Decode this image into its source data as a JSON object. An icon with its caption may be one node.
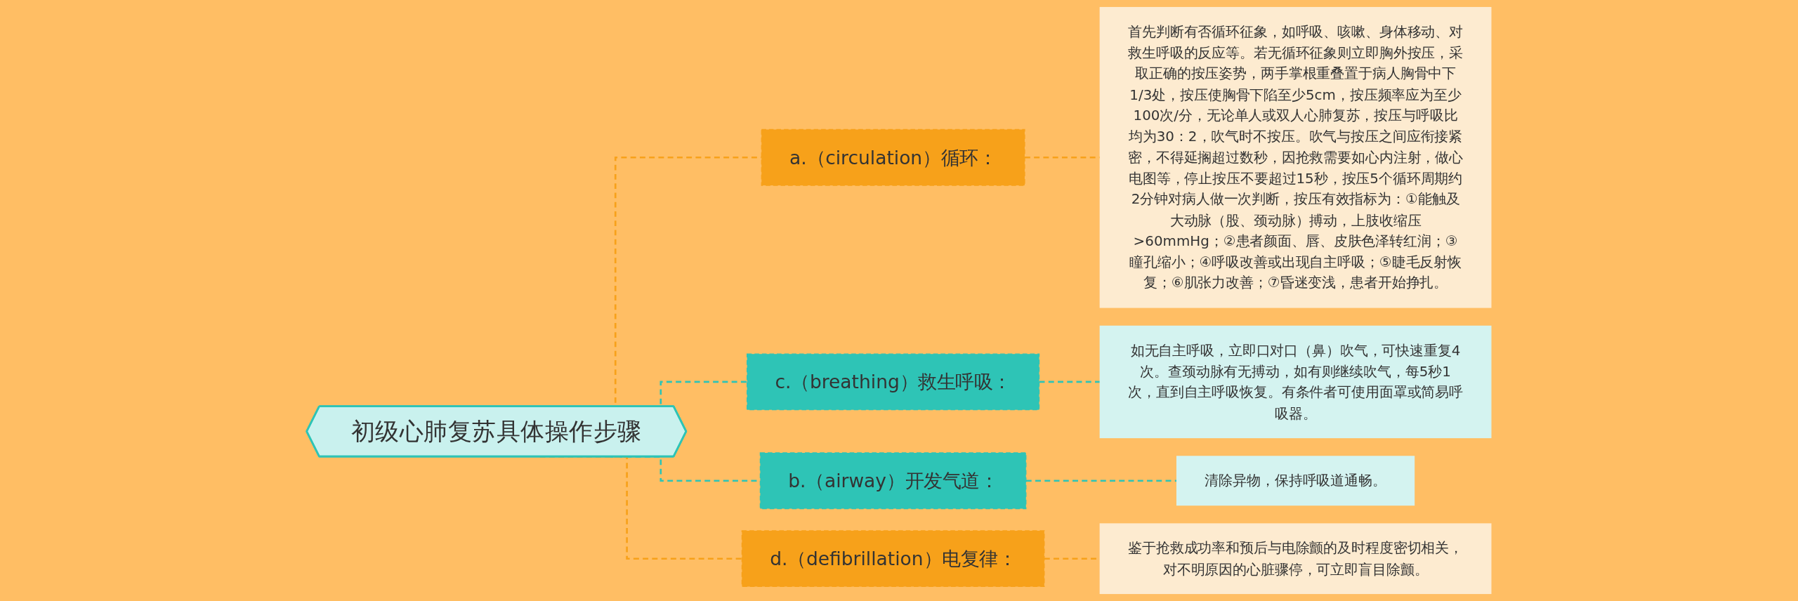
{
  "diagram": {
    "nodes": [
      {
        "text": [
          "初级心肺复苏具体操作步骤"
        ]
      },
      {
        "text": [
          "a.（circulation）循环："
        ]
      },
      {
        "text": [
          "首先判断有否循环征象，如呼吸、咳嗽、身体移动、对救生呼吸的反应等。若无循环征象则立即胸外按压，采取正确的按压姿势，两手掌根重叠置于病人胸骨中下1/3处，按压使胸骨下陷至少5cm，按压频率应为至少100次/分，无论单人或双人心肺复苏，按压与呼吸比均为30：2，吹气时不按压。吹气与按压之间应衔接紧密，不得延搁超过数秒，因抢救需要如心内注射，做心电图等，停止按压不要超过15秒，按压5个循环周期约2分钟对病人做一次判断，按压有效指标为：①能触及大动脉（股、颈动脉）搏动，上肢收缩压>60mmHg；②患者颜面、唇、皮肤色泽转红润；③瞳孔缩小；④呼吸改善或出现自主呼吸；⑤睫毛反射恢复；⑥肌张力改善；⑦昏迷变浅，患者开始挣扎。"
        ]
      },
      {
        "text": [
          "c.（breathing）救生呼吸："
        ]
      },
      {
        "text": [
          "如无自主呼吸，立即口对口（鼻）吹气，可快速重复4次。查颈动脉有无搏动，如有则继续吹气，每5秒1次，直到自主呼吸恢复。有条件者可使用面罩或简易呼吸器。"
        ]
      },
      {
        "text": [
          "b.（airway）开发气道："
        ]
      },
      {
        "text": [
          "清除异物，保持呼吸道通畅。"
        ]
      },
      {
        "text": [
          "d.（defibrillation）电复律："
        ]
      },
      {
        "text": [
          "鉴于抢救成功率和预后与电除颤的及时程度密切相关，对不明原因的心脏骤停，可立即盲目除颤。"
        ]
      }
    ],
    "edges": [
      {
        "from": 0,
        "to": 1,
        "arrow": "none",
        "style": "dashed",
        "color": "#f7a11a"
      },
      {
        "from": 1,
        "to": 2,
        "arrow": "none",
        "style": "dashed",
        "color": "#f7a11a"
      },
      {
        "from": 0,
        "to": 3,
        "arrow": "none",
        "style": "dashed",
        "color": "#2ec4b6"
      },
      {
        "from": 3,
        "to": 4,
        "arrow": "none",
        "style": "dashed",
        "color": "#2ec4b6"
      },
      {
        "from": 0,
        "to": 5,
        "arrow": "none",
        "style": "dashed",
        "color": "#2ec4b6"
      },
      {
        "from": 5,
        "to": 6,
        "arrow": "none",
        "style": "dashed",
        "color": "#2ec4b6"
      },
      {
        "from": 0,
        "to": 7,
        "arrow": "none",
        "style": "dashed",
        "color": "#f7a11a"
      },
      {
        "from": 7,
        "to": 8,
        "arrow": "none",
        "style": "dashed",
        "color": "#f7a11a"
      }
    ]
  }
}
